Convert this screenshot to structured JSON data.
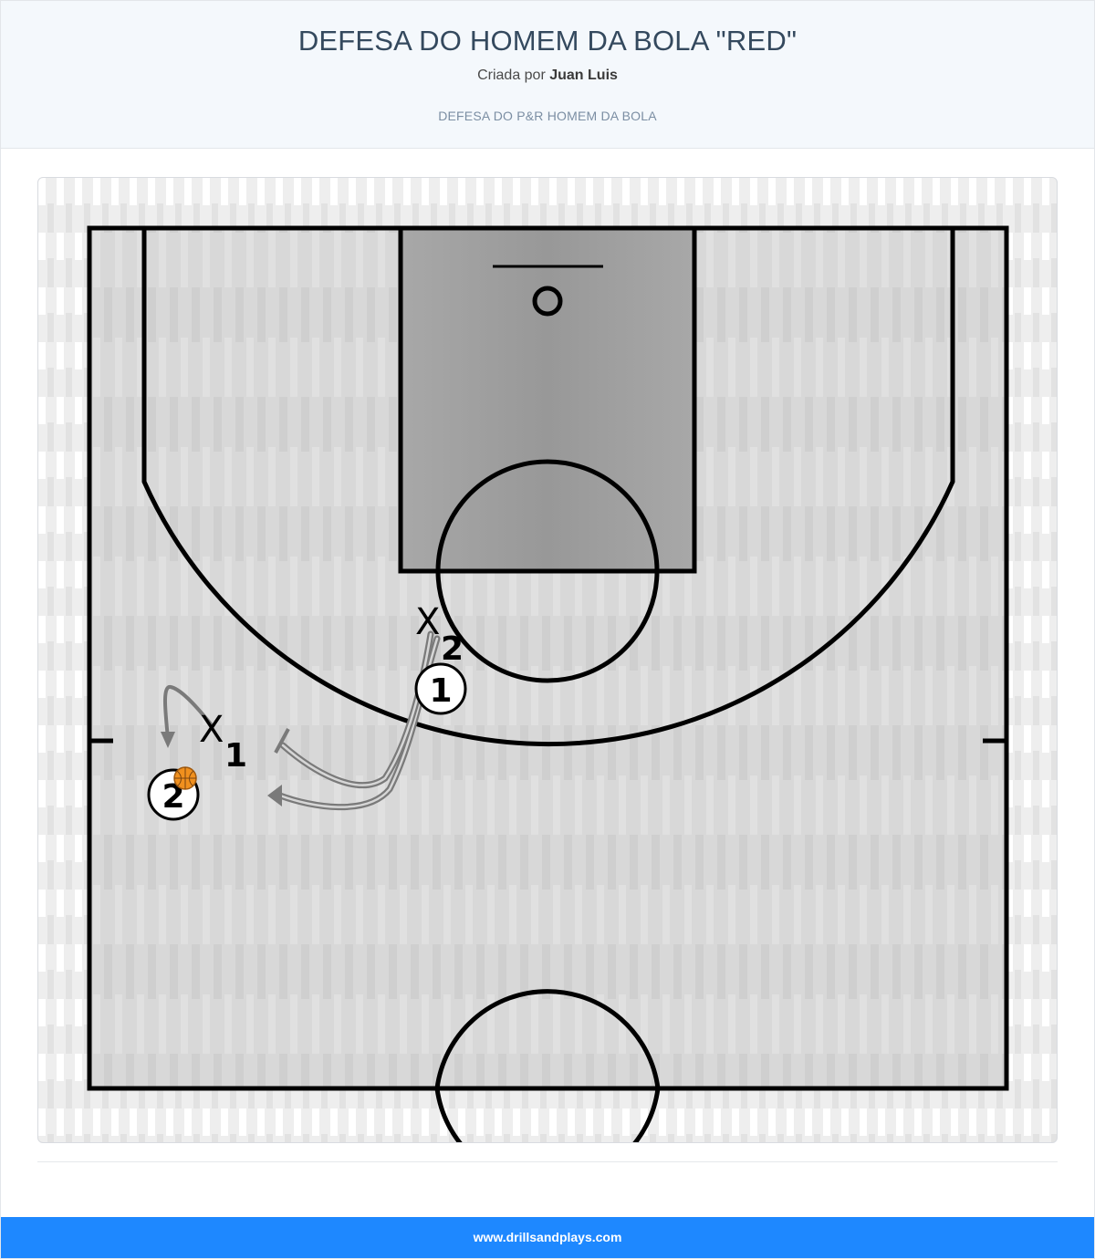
{
  "header": {
    "title": "DEFESA DO HOMEM DA BOLA \"RED\"",
    "byline_prefix": "Criada por",
    "author": "Juan Luis",
    "subtitle": "DEFESA DO P&R HOMEM DA BOLA"
  },
  "diagram": {
    "players": {
      "offense_1": "1",
      "offense_2": "2"
    },
    "defenders": {
      "x1_letter": "X",
      "x1_number": "1",
      "x2_letter": "X",
      "x2_number": "2"
    },
    "colors": {
      "court": "#d6d6d6",
      "paint": "#a3a3a3",
      "lines": "#000000",
      "movement": "#7a7a7a",
      "ball": "#f0901e"
    }
  },
  "footer": {
    "site": "www.drillsandplays.com"
  }
}
